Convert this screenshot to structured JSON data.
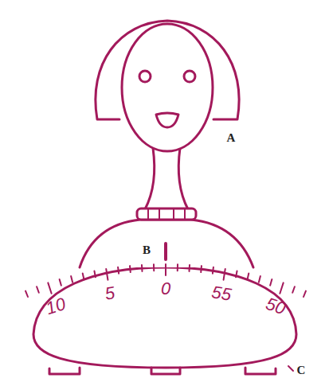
{
  "diagram": {
    "labels": [
      "A",
      "B",
      "C",
      "10",
      "5",
      "0",
      "55",
      "50"
    ]
  }
}
